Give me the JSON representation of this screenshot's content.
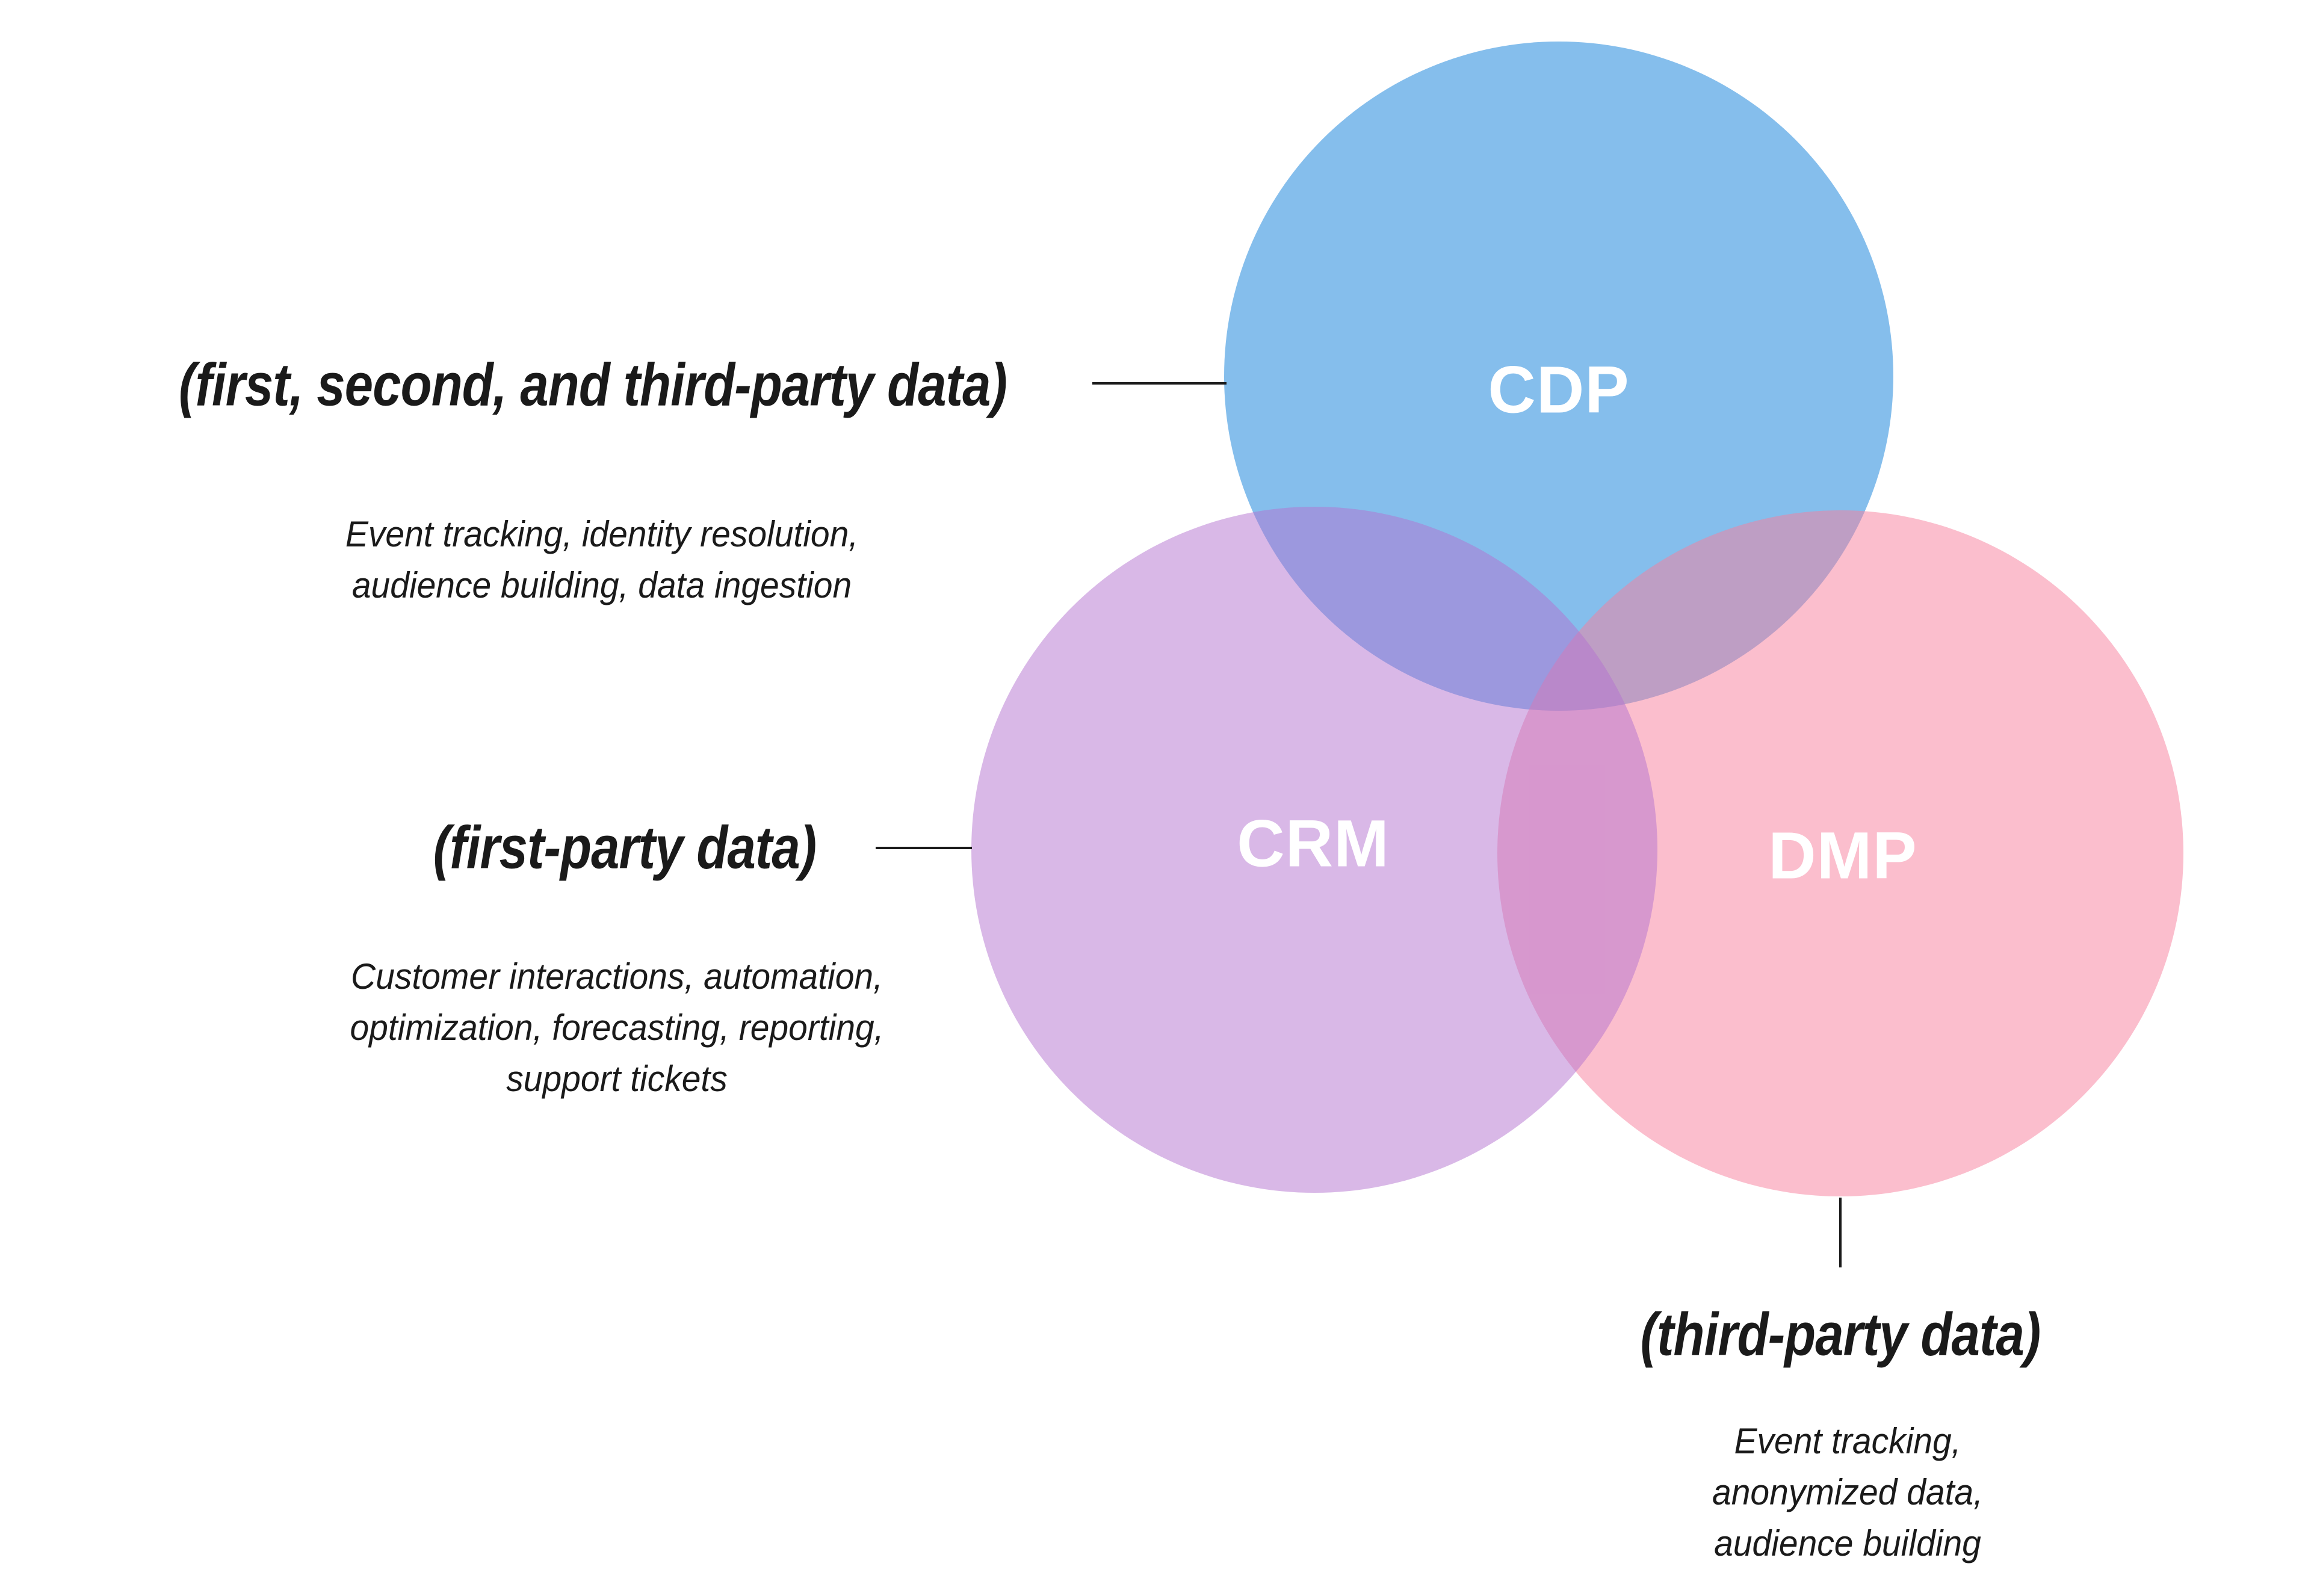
{
  "venn": {
    "background": "#ffffff",
    "text_color": "#1a1a1a",
    "label_color": "#ffffff",
    "circles": {
      "cdp": {
        "label": "CDP",
        "fill_rgba": "rgba(11,125,217,0.5)",
        "appears_as": "#85BEEC"
      },
      "crm": {
        "label": "CRM",
        "fill_rgba": "rgba(179,113,207,0.5)",
        "appears_as": "#D9B8E7"
      },
      "dmp": {
        "label": "DMP",
        "fill_rgba": "rgba(247,125,155,0.5)",
        "appears_as": "#FBBECD"
      }
    },
    "annotations": {
      "cdp": {
        "heading": "(first, second, and third-party data)",
        "description": "Event tracking, identity resolution,\naudience building, data ingestion"
      },
      "crm": {
        "heading": "(first-party data)",
        "description": "Customer interactions, automation,\noptimization, forecasting, reporting,\nsupport tickets"
      },
      "dmp": {
        "heading": "(third-party data)",
        "description": "Event tracking,\nanonymized data,\naudience building"
      }
    }
  }
}
